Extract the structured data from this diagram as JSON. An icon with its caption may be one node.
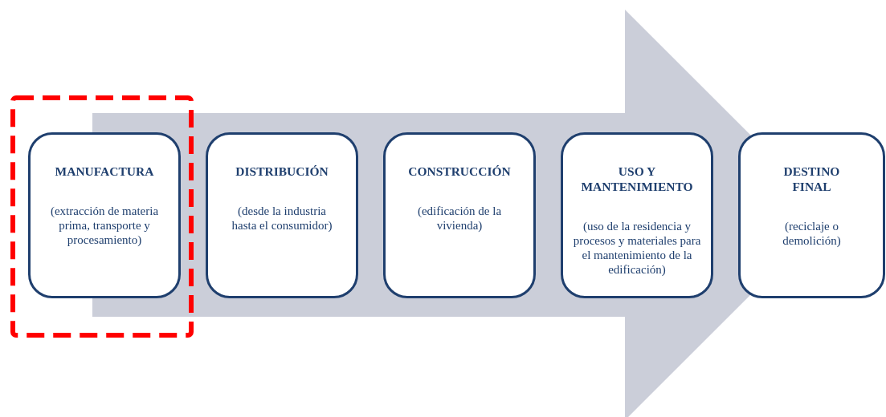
{
  "diagram": {
    "nodes": [
      {
        "text": [
          "MANUFACTURA",
          "(extracción de materia prima, transporte y procesamiento)"
        ]
      },
      {
        "text": [
          "DISTRIBUCIÓN",
          "(desde la industria hasta el consumidor)"
        ]
      },
      {
        "text": [
          "CONSTRUCCIÓN",
          "(edificación de la vivienda)"
        ]
      },
      {
        "text": [
          "USO Y MANTENIMIENTO",
          "(uso de la residencia y procesos y materiales para el mantenimiento de  la edificación)"
        ]
      },
      {
        "text": [
          "DESTINO FINAL",
          "(reciclaje o demolición)"
        ]
      }
    ],
    "edges": [
      {
        "from": 0,
        "to": 4,
        "arrow": "to"
      }
    ]
  }
}
